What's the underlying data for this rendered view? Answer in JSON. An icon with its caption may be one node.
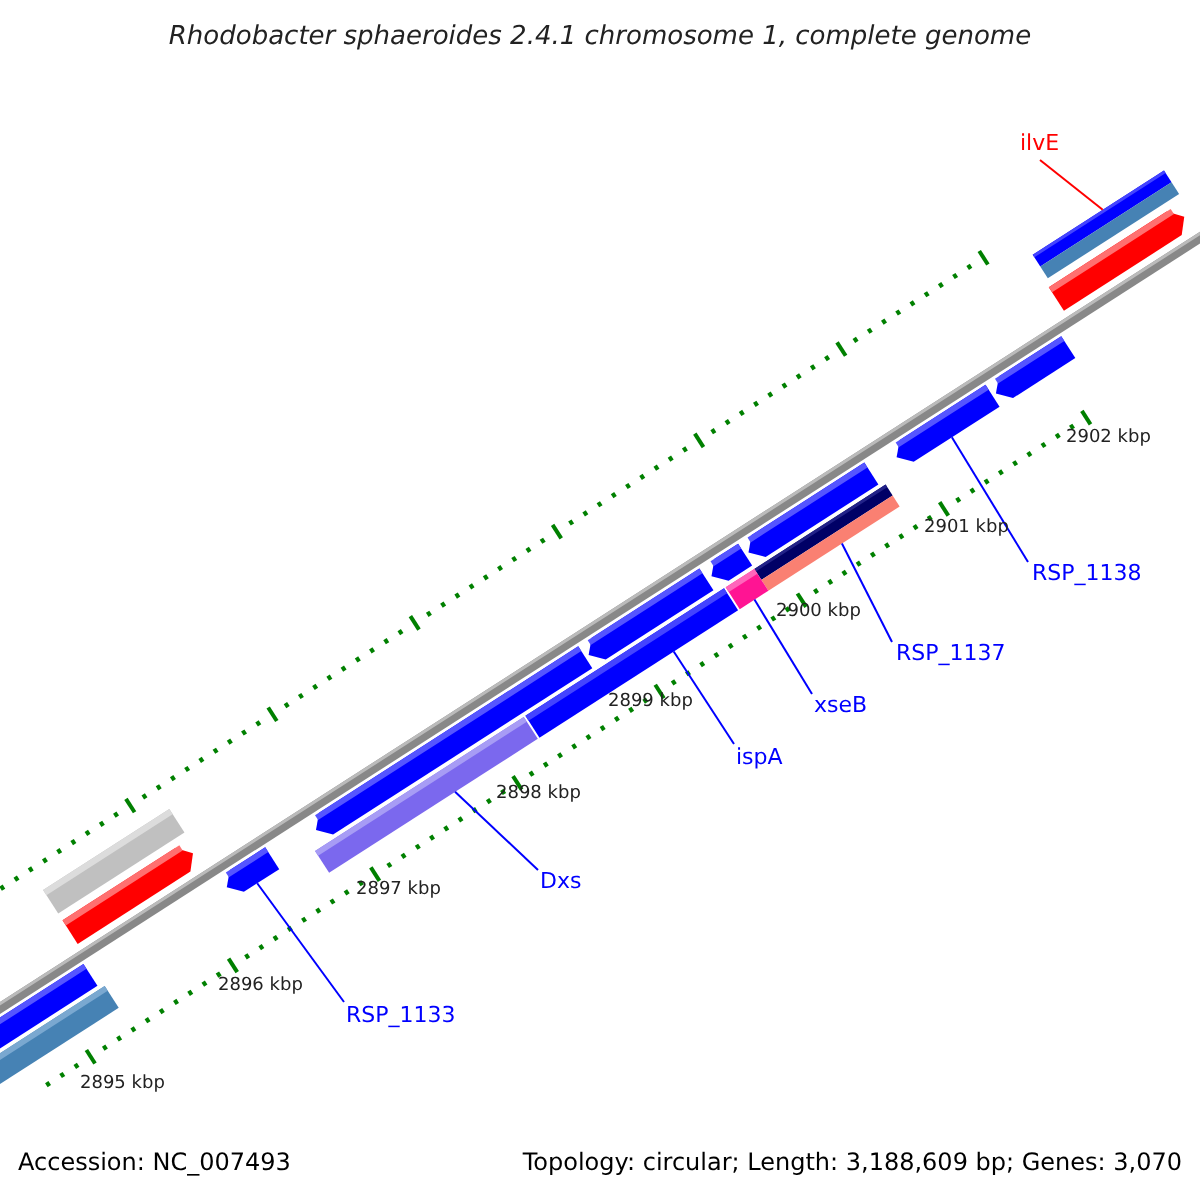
{
  "diagram": {
    "title": "Rhodobacter sphaeroides 2.4.1 chromosome 1, complete genome",
    "nodes": [
      {
        "text": [
          "ilvE"
        ]
      },
      {
        "text": [
          "RSP_1138"
        ]
      },
      {
        "text": [
          "RSP_1137"
        ]
      },
      {
        "text": [
          "xseB"
        ]
      },
      {
        "text": [
          "ispA"
        ]
      },
      {
        "text": [
          "Dxs"
        ]
      },
      {
        "text": [
          "RSP_1133"
        ]
      },
      {
        "text": [],
        "shape": "bar"
      },
      {
        "text": [],
        "shape": "bar"
      },
      {
        "text": [],
        "shape": "bar"
      },
      {
        "text": [],
        "shape": "bar"
      },
      {
        "text": [],
        "shape": "bar"
      },
      {
        "text": [],
        "shape": "bar"
      },
      {
        "text": [],
        "shape": "bar"
      }
    ],
    "edges": [
      {
        "from": 0,
        "to": 7,
        "arrow": "none",
        "color": "#ff0000"
      },
      {
        "from": 1,
        "to": 8,
        "arrow": "none"
      },
      {
        "from": 2,
        "to": 9,
        "arrow": "none"
      },
      {
        "from": 3,
        "to": 10,
        "arrow": "none"
      },
      {
        "from": 4,
        "to": 11,
        "arrow": "none"
      },
      {
        "from": 5,
        "to": 12,
        "arrow": "none"
      },
      {
        "from": 6,
        "to": 13,
        "arrow": "none"
      }
    ],
    "labels": [
      "2902 kbp",
      "2901 kbp",
      "2900 kbp",
      "2899 kbp",
      "2898 kbp",
      "2897 kbp",
      "2896 kbp",
      "2895 kbp",
      "Accession: NC_007493",
      "Topology: circular; Length: 3,188,609 bp; Genes: 3,070"
    ]
  }
}
